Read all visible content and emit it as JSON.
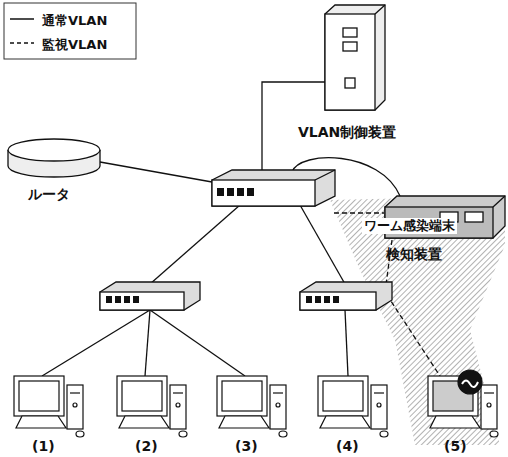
{
  "diagram": {
    "nodes": [
      {
        "text": [
          "VLAN制御装置"
        ]
      },
      {
        "text": [
          "ルータ"
        ]
      },
      {
        "text": [
          "検知装置"
        ]
      },
      {
        "text": [
          "(1)"
        ]
      },
      {
        "text": [
          "(2)"
        ]
      },
      {
        "text": [
          "(3)"
        ]
      },
      {
        "text": [
          "(4)"
        ]
      },
      {
        "text": [
          "(5)"
        ]
      }
    ],
    "labels": [
      "ワーム感染端末"
    ],
    "legend": [
      {
        "text": "通常VLAN"
      },
      {
        "text": "監視VLAN"
      }
    ]
  }
}
